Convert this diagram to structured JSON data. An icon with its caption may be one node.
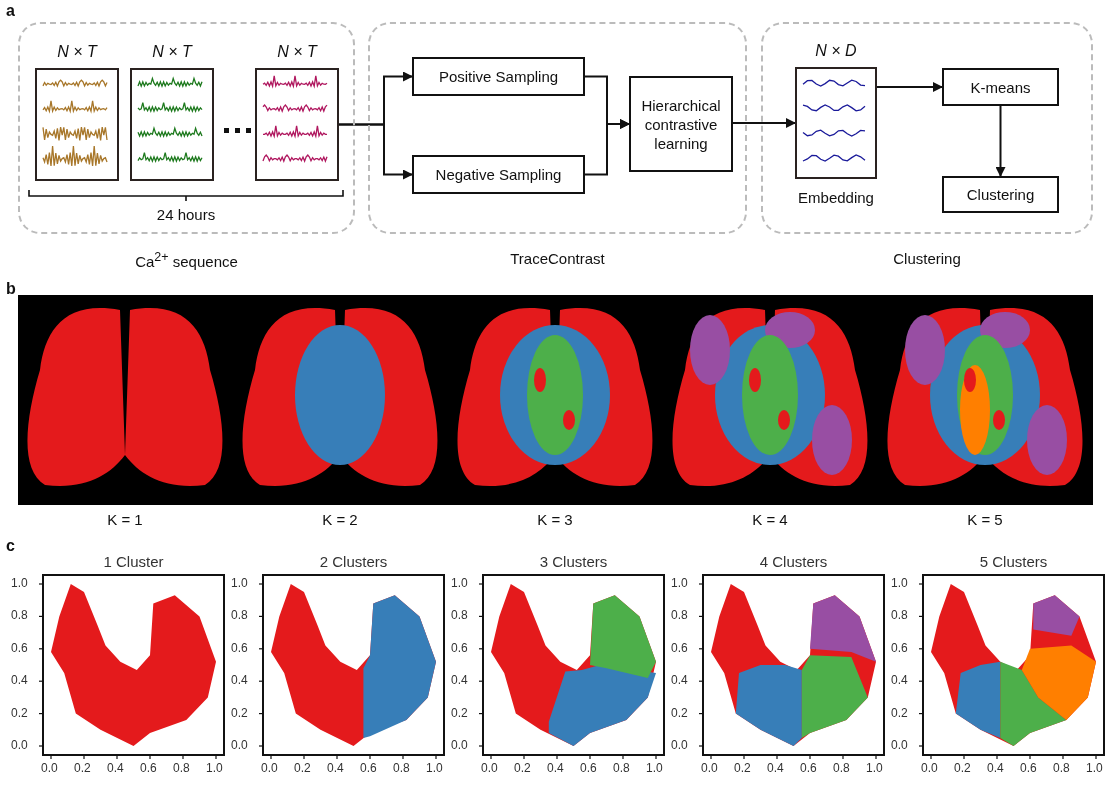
{
  "diagram": {
    "nodes": [
      {
        "text": [
          "Ca$^{2+}$ sequence"
        ]
      },
      {
        "text": [
          "N × T"
        ],
        "in": 0
      },
      {
        "text": [
          "N × T"
        ],
        "in": 0
      },
      {
        "text": [
          "N × T"
        ],
        "in": 0
      },
      {
        "text": [
          "TraceContrast"
        ]
      },
      {
        "text": [
          "Positive Sampling"
        ],
        "in": 4
      },
      {
        "text": [
          "Negative Sampling"
        ],
        "in": 4
      },
      {
        "text": [
          "Hierarchical contrastive learning"
        ],
        "in": 4
      },
      {
        "text": [
          "Clustering"
        ]
      },
      {
        "text": [
          "N × D"
        ],
        "beside": [
          "Embedding"
        ],
        "in": 8
      },
      {
        "text": [
          "K-means"
        ],
        "in": 8
      },
      {
        "text": [
          "Clustering"
        ],
        "in": 8
      }
    ],
    "edges": [
      {
        "from": 3,
        "to": 5,
        "arrow": "to"
      },
      {
        "from": 3,
        "to": 6,
        "arrow": "to"
      },
      {
        "from": 5,
        "to": 7,
        "arrow": "to"
      },
      {
        "from": 6,
        "to": 7,
        "arrow": "to"
      },
      {
        "from": 7,
        "to": 9,
        "arrow": "to"
      },
      {
        "from": 9,
        "to": 10,
        "arrow": "to"
      },
      {
        "from": 10,
        "to": 11,
        "arrow": "to"
      }
    ],
    "labels": [
      "a",
      "24 hours",
      "b",
      "K = 1",
      "K = 2",
      "K = 3",
      "K = 4",
      "K = 5",
      "c",
      "1 Cluster",
      "2 Clusters",
      "3 Clusters",
      "4 Clusters",
      "5 Clusters",
      "1.0",
      "0.8",
      "0.6",
      "0.4",
      "0.2",
      "0.0",
      "0.0",
      "0.2",
      "0.4",
      "0.6",
      "0.8",
      "1.0",
      "1.0",
      "0.8",
      "0.6",
      "0.4",
      "0.2",
      "0.0",
      "0.0",
      "0.2",
      "0.4",
      "0.6",
      "0.8",
      "1.0",
      "1.0",
      "0.8",
      "0.6",
      "0.4",
      "0.2",
      "0.0",
      "0.0",
      "0.2",
      "0.4",
      "0.6",
      "0.8",
      "1.0",
      "1.0",
      "0.8",
      "0.6",
      "0.4",
      "0.2",
      "0.0",
      "0.0",
      "0.2",
      "0.4",
      "0.6",
      "0.8",
      "1.0",
      "1.0",
      "0.8",
      "0.6",
      "0.4",
      "0.2",
      "0.0",
      "0.0",
      "0.2",
      "0.4",
      "0.6",
      "0.8",
      "1.0"
    ]
  }
}
